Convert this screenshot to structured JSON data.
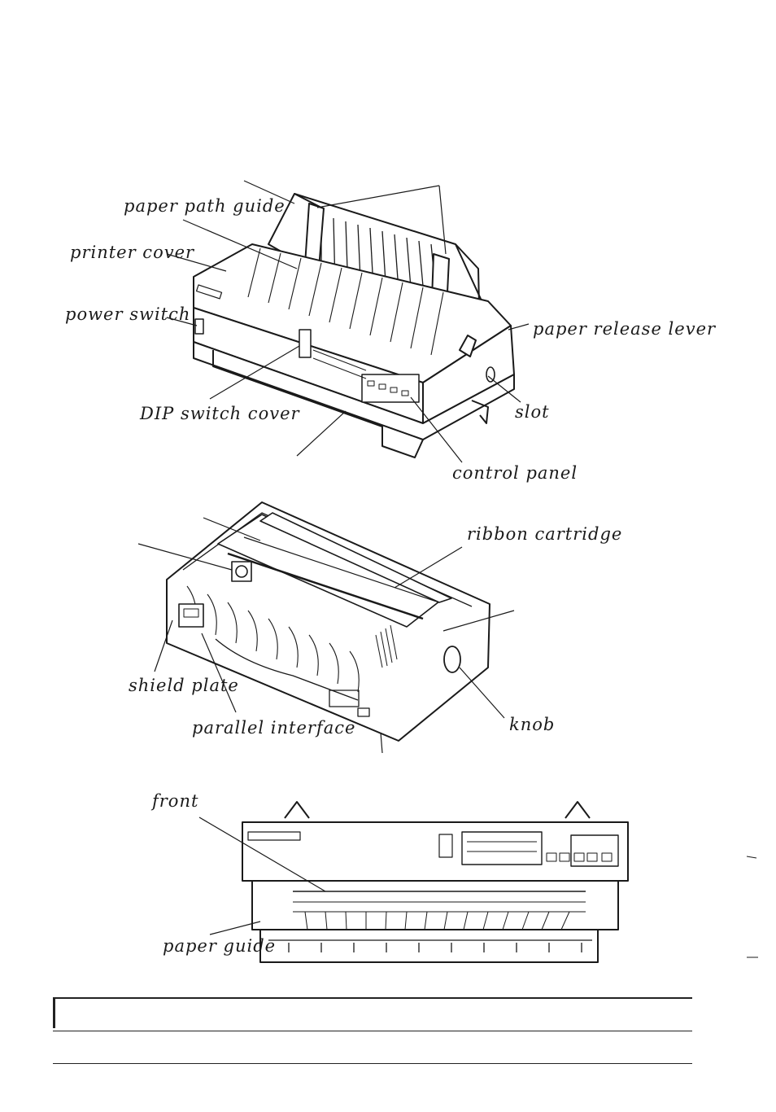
{
  "figure1": {
    "labels": {
      "paper_path_guide": "paper path guide",
      "printer_cover": "printer cover",
      "power_switch": "power switch",
      "paper_release_lever": "paper release lever",
      "dip_switch_cover": "DIP switch cover",
      "slot": "slot",
      "control_panel": "control panel"
    }
  },
  "figure2": {
    "labels": {
      "ribbon_cartridge": "ribbon cartridge",
      "shield_plate": "shield plate",
      "parallel_interface": "parallel interface",
      "knob": "knob"
    }
  },
  "figure3": {
    "labels": {
      "front": "front",
      "paper_guide": "paper guide"
    }
  },
  "colors": {
    "ink": "#1a1a1a",
    "paper": "#ffffff"
  }
}
